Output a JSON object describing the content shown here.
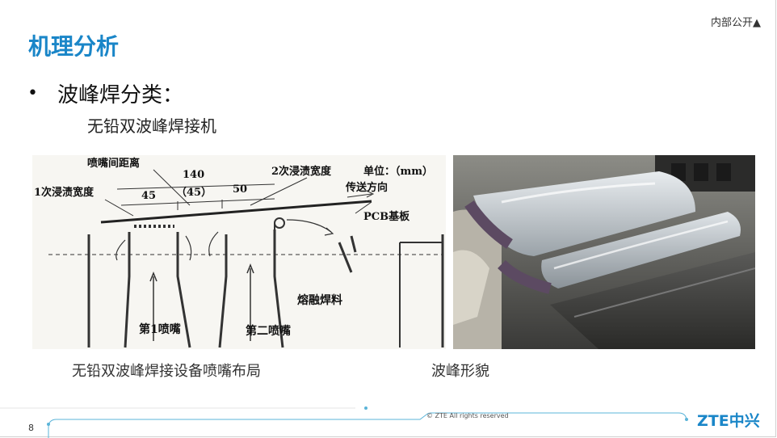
{
  "header": {
    "classification": "内部公开▲",
    "title": "机理分析"
  },
  "content": {
    "bullet": "波峰焊分类：",
    "subheading": "无铅双波峰焊接机"
  },
  "diagram": {
    "labels": {
      "nozzle_spacing": "喷嘴间距离",
      "dim_total": "140",
      "dim_left": "45",
      "dim_mid": "（45）",
      "dim_right": "50",
      "second_immersion": "2次浸渍宽度",
      "unit": "单位：（mm）",
      "first_immersion": "1次浸渍宽度",
      "direction": "传送方向",
      "pcb": "PCB基板",
      "molten_solder": "熔融焊料",
      "nozzle_1": "第1喷嘴",
      "nozzle_2": "第二喷嘴"
    },
    "caption": "无铅双波峰焊接设备喷嘴布局"
  },
  "photo": {
    "caption": "波峰形貌"
  },
  "footer": {
    "page_number": "8",
    "copyright": "© ZTE All rights reserved",
    "logo": "ZTE中兴"
  },
  "colors": {
    "accent": "#1a86c8",
    "footer_line": "#5bb4d8"
  }
}
